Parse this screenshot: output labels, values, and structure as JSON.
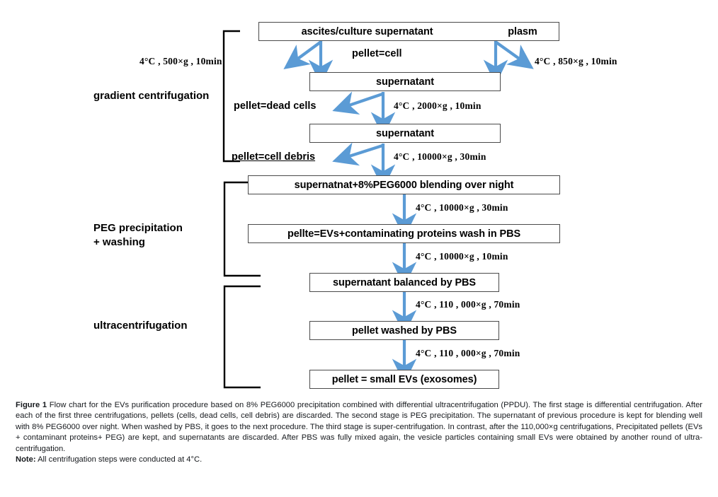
{
  "figure": {
    "stages": [
      {
        "id": "gradient",
        "label": "gradient centrifugation"
      },
      {
        "id": "peg",
        "label": "PEG precipitation\n+ washing"
      },
      {
        "id": "ultra",
        "label": "ultracentrifugation"
      }
    ],
    "boxes": [
      {
        "id": "top",
        "text_left": "ascites/culture supernatant",
        "text_right": "plasm"
      },
      {
        "id": "sup1",
        "text": "supernatant"
      },
      {
        "id": "sup2",
        "text": "supernatant"
      },
      {
        "id": "peg_blend",
        "text": "supernatnat+8%PEG6000 blending over night"
      },
      {
        "id": "peg_wash",
        "text": "pellte=EVs+contaminating proteins wash in PBS"
      },
      {
        "id": "balanced",
        "text": "supernatant balanced by PBS"
      },
      {
        "id": "pellet_wash",
        "text": "pellet washed by PBS"
      },
      {
        "id": "final",
        "text": "pellet = small EVs (exosomes)"
      }
    ],
    "conditions": [
      {
        "id": "c-500",
        "text": "4°C , 500×g , 10min"
      },
      {
        "id": "c-850",
        "text": "4°C , 850×g , 10min"
      },
      {
        "id": "c-2000",
        "text": "4°C , 2000×g , 10min"
      },
      {
        "id": "c-10000-30",
        "text": "4°C , 10000×g , 30min"
      },
      {
        "id": "c-10000-30b",
        "text": "4°C , 10000×g , 30min"
      },
      {
        "id": "c-10000-10",
        "text": "4°C , 10000×g , 10min"
      },
      {
        "id": "c-110-1",
        "text": "4°C , 110 , 000×g , 70min"
      },
      {
        "id": "c-110-2",
        "text": "4°C , 110 , 000×g , 70min"
      }
    ],
    "pellets": [
      {
        "id": "p-cell",
        "text": "pellet=cell"
      },
      {
        "id": "p-dead",
        "text": "pellet=dead cells"
      },
      {
        "id": "p-debris",
        "text": "pellet=cell debris"
      }
    ],
    "colors": {
      "arrow": "#5B9BD5",
      "box_border": "#4a4a4a",
      "bracket": "#000000",
      "text": "#000000"
    }
  },
  "caption": {
    "label": "Figure 1",
    "body": "Flow chart for the EVs purification procedure based on 8% PEG6000 precipitation combined with differential ultracentrifugation (PPDU). The first stage is differential centrifugation. After each of the first three centrifugations, pellets (cells, dead cells, cell debris) are discarded. The second stage is PEG precipitation. The supernatant of previous procedure is kept for blending well with 8% PEG6000 over night. When washed by PBS, it goes to the next procedure. The third stage is super-centrifugation. In contrast, after the 110,000×g centrifugations, Precipitated pellets (EVs + contaminant proteins+ PEG) are kept, and supernatants are discarded. After PBS was fully mixed again, the vesicle particles containing small EVs were obtained by another round of ultra-centrifugation.",
    "note_label": "Note:",
    "note_body": "All centrifugation steps were conducted at 4°C."
  }
}
